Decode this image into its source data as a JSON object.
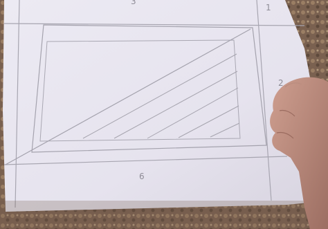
{
  "photo": {
    "labels": {
      "top": "3",
      "right_top": "1",
      "right_mid": "2",
      "bottom": "6"
    },
    "colors": {
      "paper": "#e9e6f1",
      "paper_shade": "#d8d4e0",
      "pencil_line": "#a4a2ad",
      "carpet": "#7a6150",
      "skin": "#c49586"
    }
  }
}
